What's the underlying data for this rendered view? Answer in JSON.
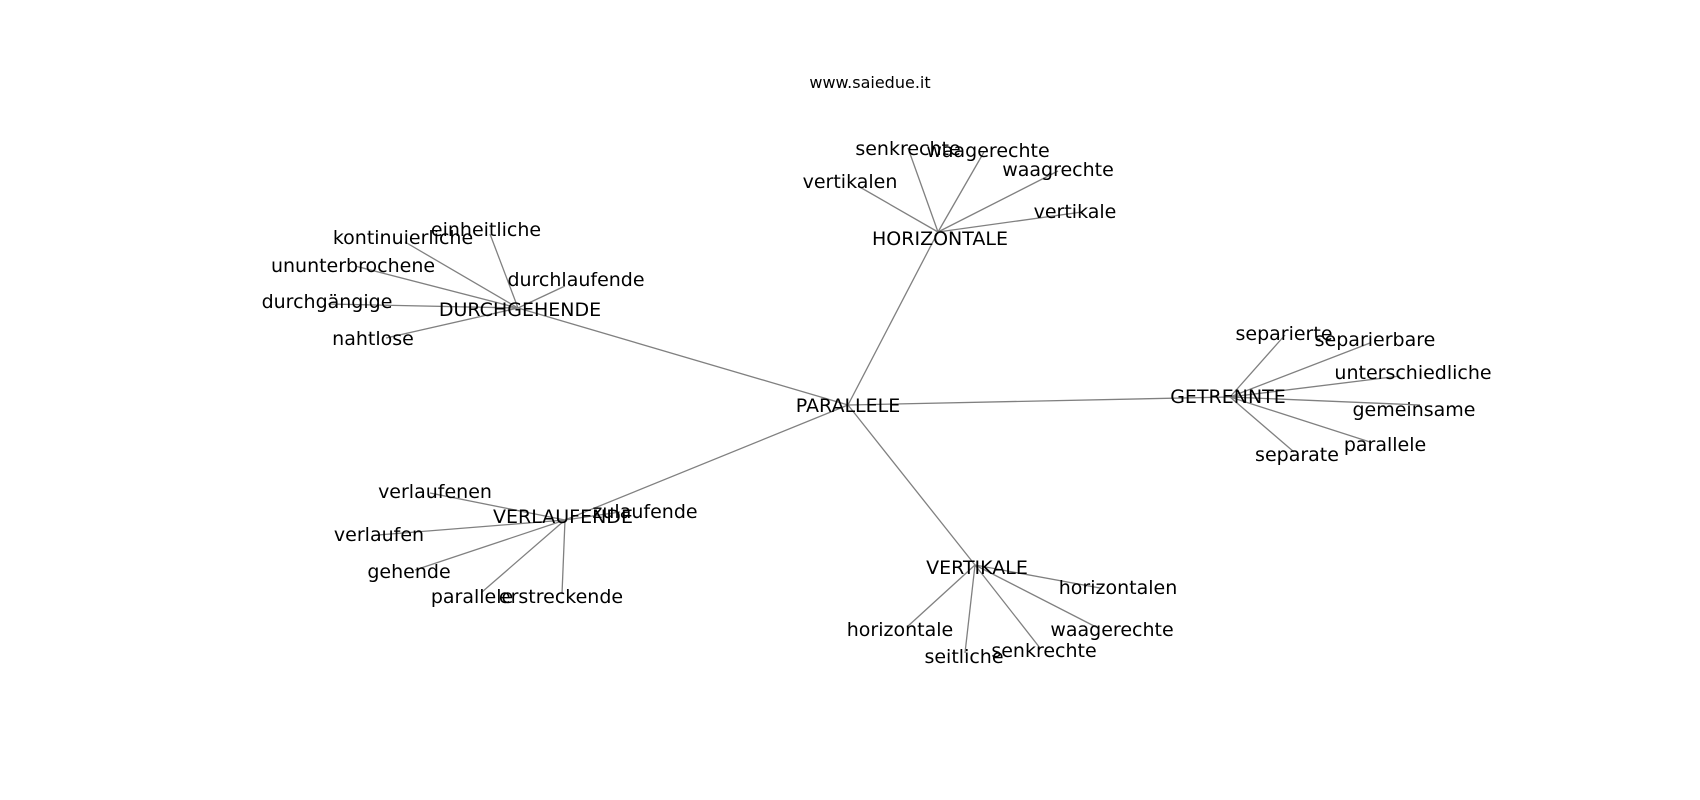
{
  "site": "www.saiedue.it",
  "colors": {
    "edge": "#808080",
    "text": "#000000",
    "background": "#ffffff"
  },
  "graph": {
    "root": "PARALLELE",
    "hubs": [
      {
        "label": "HORIZONTALE",
        "leaves": [
          "senkrechte",
          "waagerechte",
          "vertikalen",
          "waagrechte",
          "vertikale"
        ]
      },
      {
        "label": "DURCHGEHENDE",
        "leaves": [
          "kontinuierliche",
          "einheitliche",
          "ununterbrochene",
          "durchlaufende",
          "durchgängige",
          "nahtlose"
        ]
      },
      {
        "label": "GETRENNTE",
        "leaves": [
          "separierte",
          "separierbare",
          "unterschiedliche",
          "gemeinsame",
          "parallele",
          "separate"
        ]
      },
      {
        "label": "VERLAUFENDE",
        "leaves": [
          "verlaufenen",
          "zulaufende",
          "verlaufen",
          "gehende",
          "parallele",
          "erstreckende"
        ]
      },
      {
        "label": "VERTIKALE",
        "leaves": [
          "horizontalen",
          "waagerechte",
          "horizontale",
          "seitliche",
          "senkrechte"
        ]
      }
    ]
  }
}
